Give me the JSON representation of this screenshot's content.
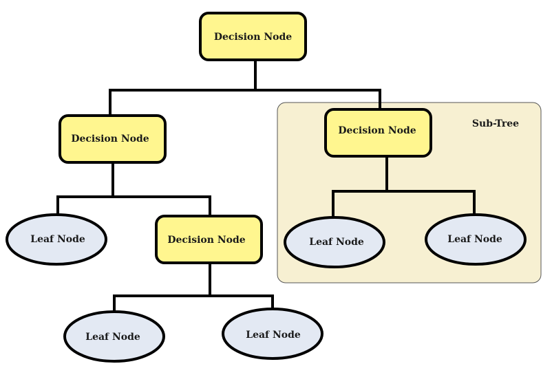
{
  "subtree": {
    "label": "Sub-Tree"
  },
  "nodes": {
    "root": {
      "label": "Decision Node"
    },
    "left": {
      "label": "Decision Node"
    },
    "right": {
      "label": "Decision Node"
    },
    "left_leaf": {
      "label": "Leaf Node"
    },
    "left_mid": {
      "label": "Decision Node"
    },
    "bottom_leaf_1": {
      "label": "Leaf Node"
    },
    "bottom_leaf_2": {
      "label": "Leaf Node"
    },
    "right_leaf_1": {
      "label": "Leaf Node"
    },
    "right_leaf_2": {
      "label": "Leaf Node"
    }
  },
  "colors": {
    "decision_fill": "#fff68f",
    "leaf_fill": "#e3e9f3",
    "subtree_fill": "#f7f0d2",
    "stroke": "#000000"
  }
}
